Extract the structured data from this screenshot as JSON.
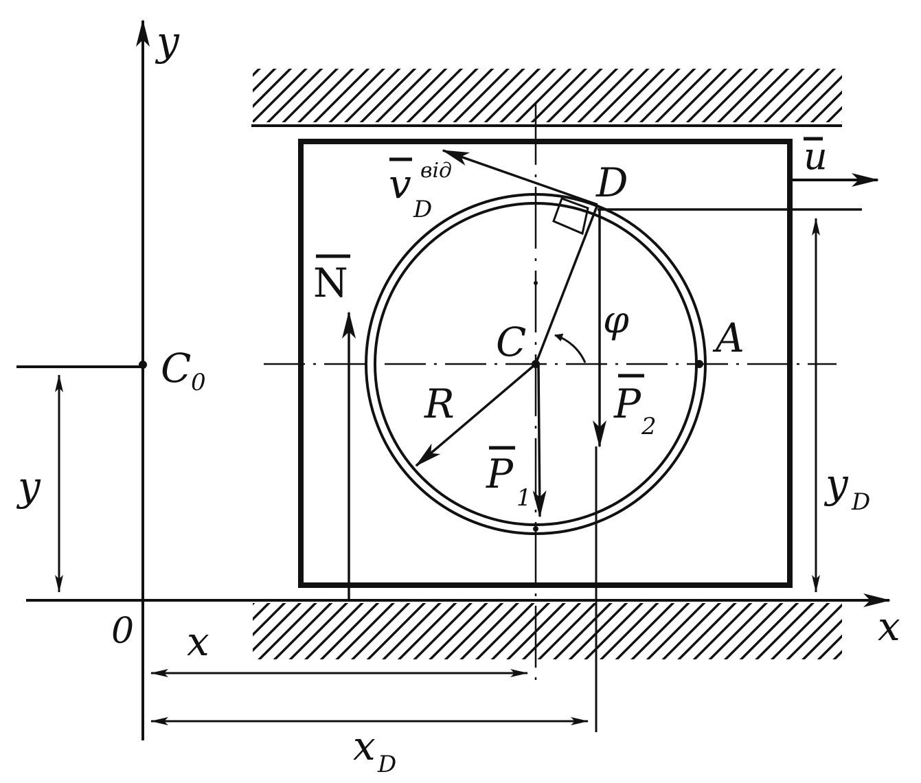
{
  "labels": {
    "y_axis": "y",
    "x_axis": "x",
    "origin": "0",
    "c0_main": "C",
    "c0_sub": "0",
    "y_dim": "y",
    "x_dim": "x",
    "xd_main": "x",
    "xd_sub": "D",
    "yd_main": "y",
    "yd_sub": "D",
    "center": "C",
    "point_a": "A",
    "point_d": "D",
    "radius": "R",
    "angle": "φ",
    "u": "u",
    "n": "N",
    "p1_main": "P",
    "p1_sub": "1",
    "p2_main": "P",
    "p2_sub": "2",
    "v_main": "v",
    "v_sup": "від",
    "v_sub": "D"
  },
  "colors": {
    "ink": "#111111",
    "background": "#ffffff"
  }
}
